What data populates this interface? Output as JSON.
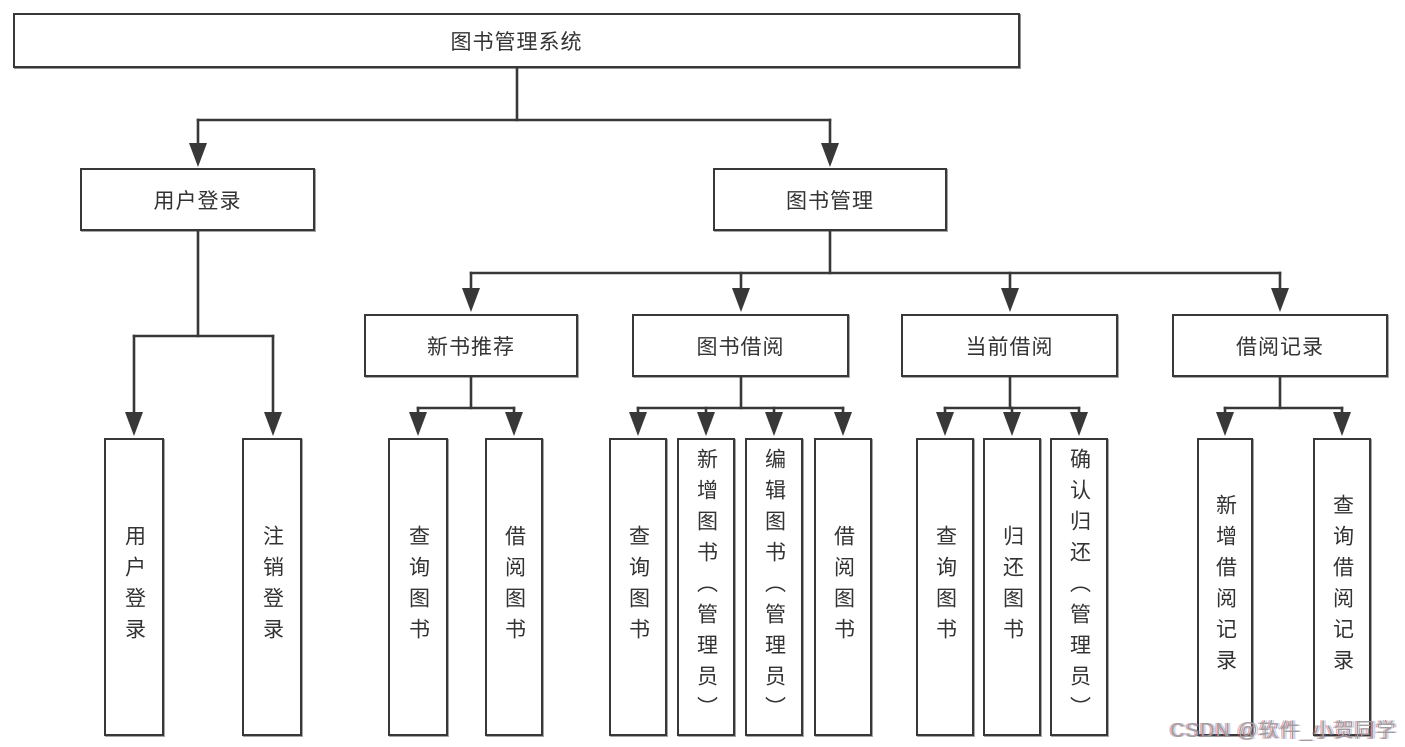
{
  "diagram": {
    "root": {
      "label": "图书管理系统"
    },
    "level2": [
      {
        "label": "用户登录"
      },
      {
        "label": "图书管理"
      }
    ],
    "level3": [
      {
        "label": "新书推荐"
      },
      {
        "label": "图书借阅"
      },
      {
        "label": "当前借阅"
      },
      {
        "label": "借阅记录"
      }
    ],
    "leaves": {
      "user_login": [
        {
          "label": "用户登录"
        },
        {
          "label": "注销登录"
        }
      ],
      "new_books": [
        {
          "label": "查询图书"
        },
        {
          "label": "借阅图书"
        }
      ],
      "book_borrow": [
        {
          "label": "查询图书"
        },
        {
          "label": "新增图书（管理员）"
        },
        {
          "label": "编辑图书（管理员）"
        },
        {
          "label": "借阅图书"
        }
      ],
      "current_borrow": [
        {
          "label": "查询图书"
        },
        {
          "label": "归还图书"
        },
        {
          "label": "确认归还（管理员）"
        }
      ],
      "borrow_records": [
        {
          "label": "新增借阅记录"
        },
        {
          "label": "查询借阅记录"
        }
      ]
    }
  },
  "watermark": "CSDN @软件_小贺同学",
  "colors": {
    "line": "#383838",
    "text": "#333333",
    "bg": "#ffffff",
    "watermark": "#9e9e9e"
  }
}
